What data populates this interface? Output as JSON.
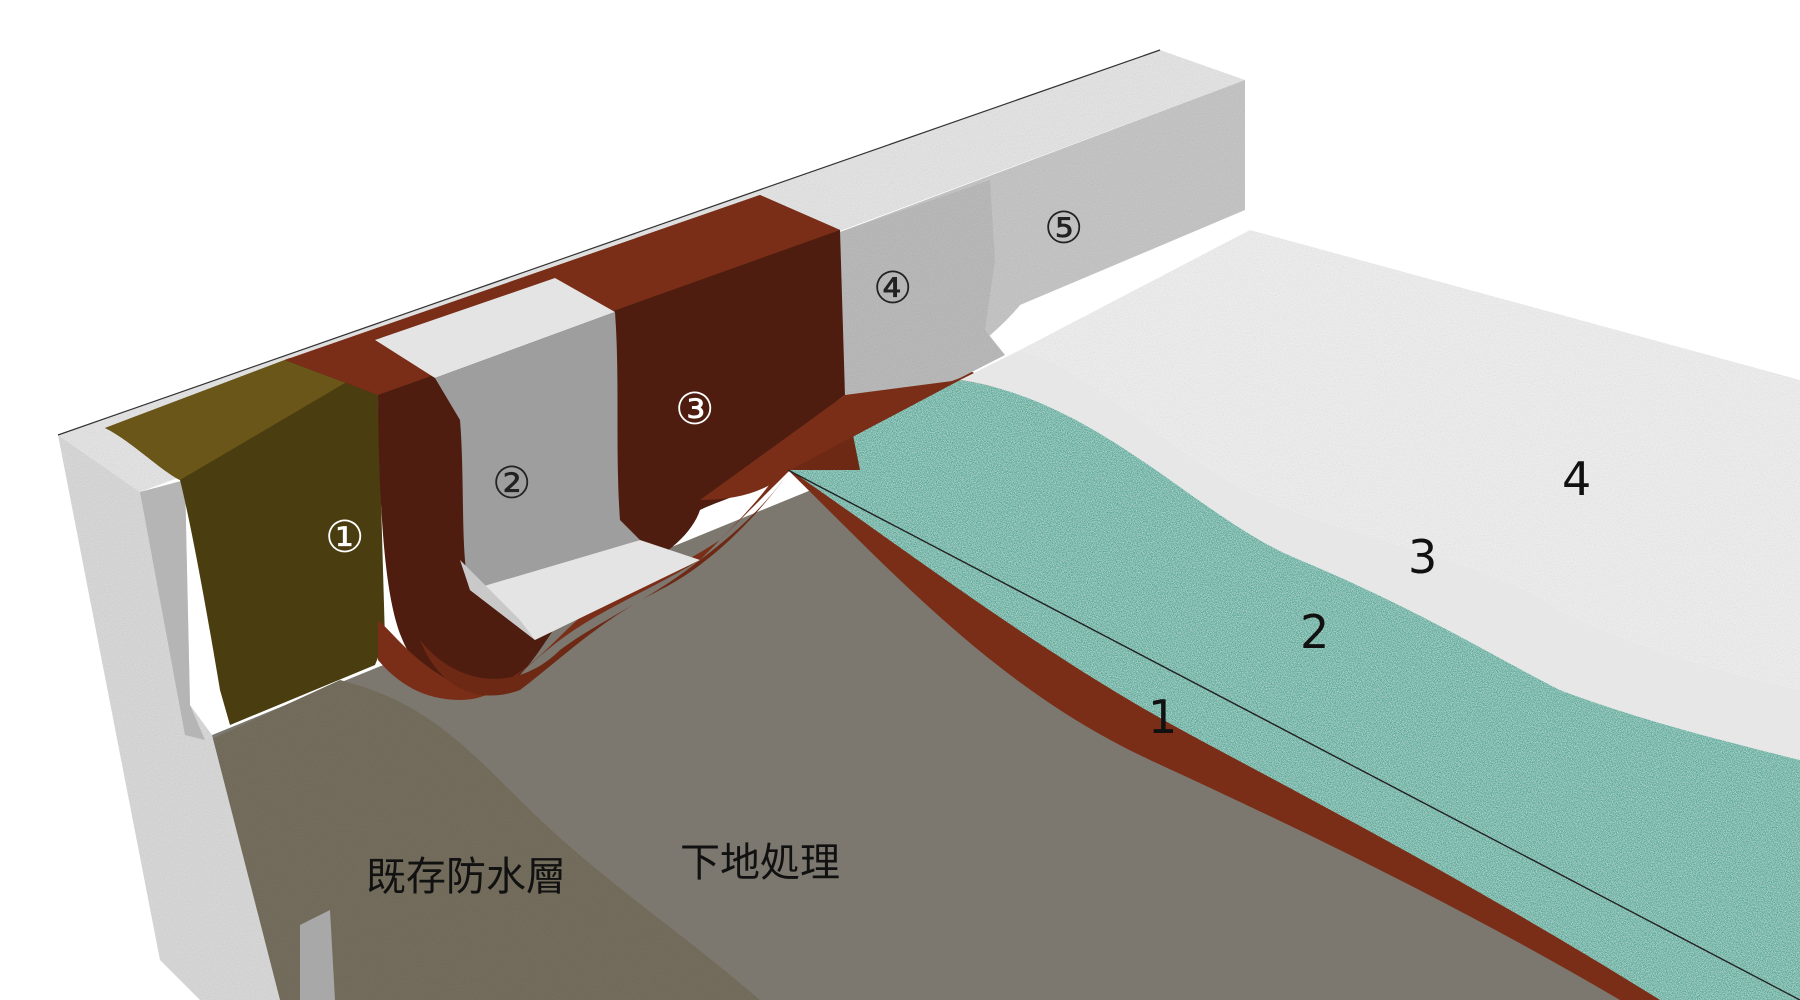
{
  "diagram": {
    "parapet_labels": [
      "①",
      "②",
      "③",
      "④",
      "⑤"
    ],
    "field_labels": [
      "1",
      "2",
      "3",
      "4"
    ],
    "zone_labels": {
      "existing_waterproofing": "既存防水層",
      "substrate_preparation": "下地処理"
    }
  },
  "colors": {
    "concrete": "#d9d9d9",
    "primer_olive": "#4a3d10",
    "membrane_brown": "#7a2e18",
    "membrane_dark": "#4e1d10",
    "sheet_grey": "#9e9e9e",
    "sheet_light": "#e4e4e4",
    "green_layer": "#4fa595",
    "white_layer": "#f2f2f2",
    "old_layer": "#77705f",
    "substrate": "#7c7870"
  }
}
